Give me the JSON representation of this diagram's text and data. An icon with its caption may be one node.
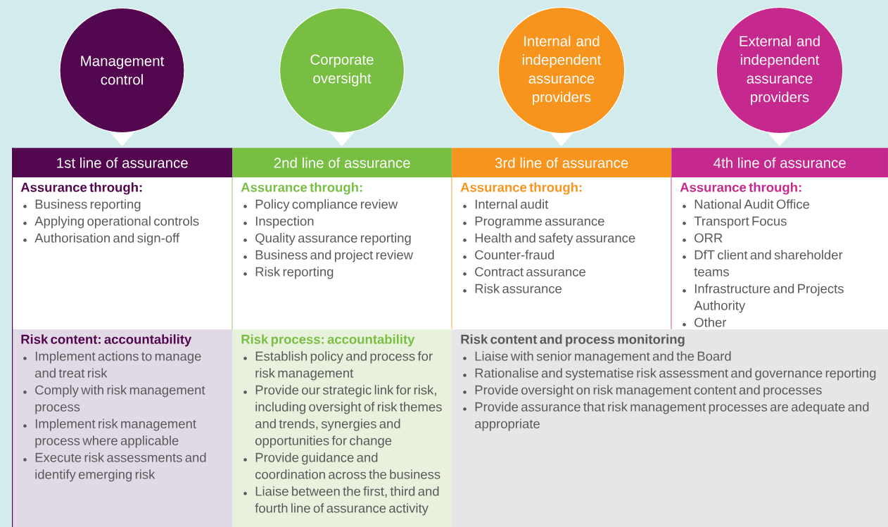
{
  "diagram": {
    "nodes": [
      {
        "text": [
          "Management control"
        ]
      },
      {
        "text": [
          "Corporate oversight"
        ]
      },
      {
        "text": [
          "Internal and independent assurance providers"
        ]
      },
      {
        "text": [
          "External and independent assurance providers"
        ]
      },
      {
        "text": [
          "1st line of assurance"
        ]
      },
      {
        "text": [
          "2nd line of assurance"
        ]
      },
      {
        "text": [
          "3rd line of assurance"
        ]
      },
      {
        "text": [
          "4th line of assurance"
        ]
      },
      {
        "text": [
          "Assurance through:",
          "Business reporting",
          "Applying operational controls",
          "Authorisation and sign-off"
        ]
      },
      {
        "text": [
          "Assurance through:",
          "Policy compliance review",
          "Inspection",
          "Quality assurance reporting",
          "Business and project review",
          "Risk reporting"
        ]
      },
      {
        "text": [
          "Assurance through:",
          "Internal audit",
          "Programme assurance",
          "Health and safety assurance",
          "Counter-fraud",
          "Contract assurance",
          "Risk assurance"
        ]
      },
      {
        "text": [
          "Assurance through:",
          "National Audit Office",
          "Transport Focus",
          "ORR",
          "DfT client and shareholder teams",
          "Infrastructure and Projects Authority",
          "Other"
        ]
      },
      {
        "text": [
          "Risk content: accountability",
          "Implement actions to manage and treat risk",
          "Comply with risk management process",
          "Implement risk management process where applicable",
          "Execute risk assessments and identify emerging risk"
        ]
      },
      {
        "text": [
          "Risk process: accountability",
          "Establish policy and process for risk management",
          "Provide our strategic link for risk, including oversight of risk themes and trends, synergies and opportunities for change",
          "Provide guidance and coordination across the business",
          "Liaise between the first, third and fourth line of assurance activity"
        ]
      },
      {
        "text": [
          "Risk content and process monitoring",
          "Liaise with senior management and the Board",
          "Rationalise and systematise risk assessment and governance reporting",
          "Provide oversight on risk management content and processes",
          "Provide assurance that risk management processes are adequate and appropriate"
        ]
      }
    ]
  }
}
